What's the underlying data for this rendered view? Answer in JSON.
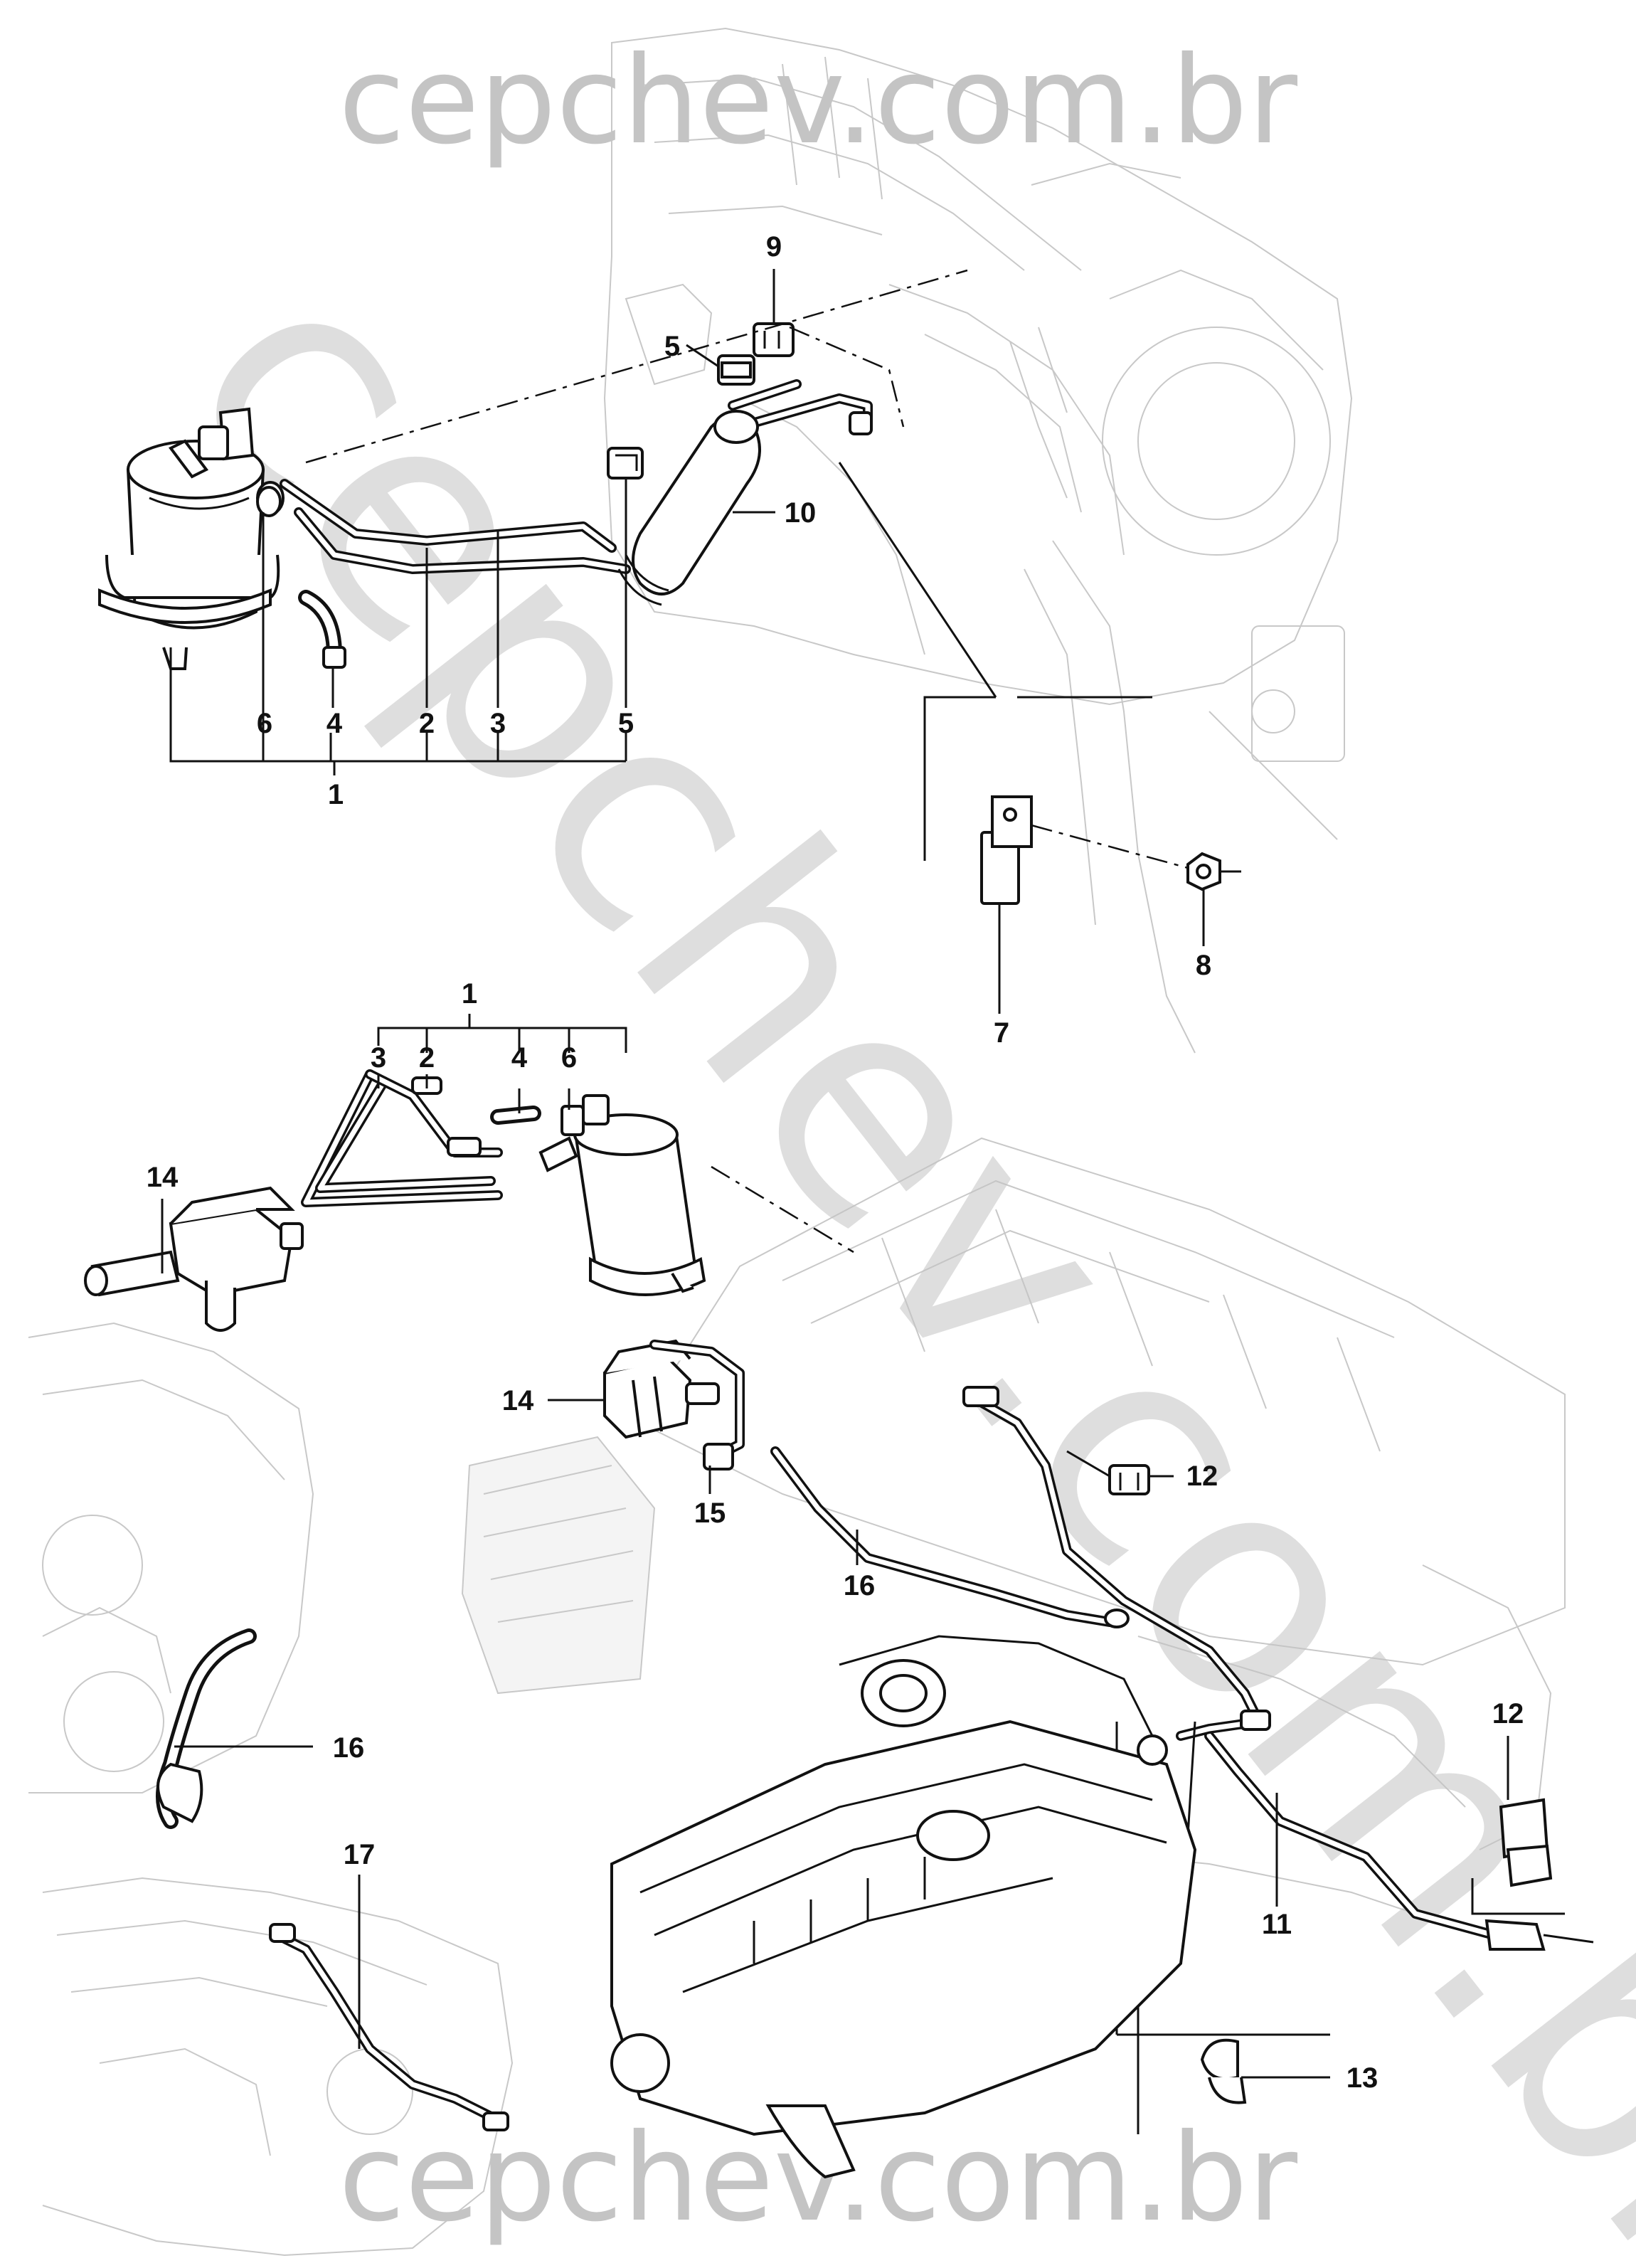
{
  "watermark": {
    "text": "cepchev.com.br",
    "color": "#c4c4c4"
  },
  "callouts": {
    "top": {
      "c1": "1",
      "c2": "2",
      "c3": "3",
      "c4": "4",
      "c5a": "5",
      "c5b": "5",
      "c6": "6",
      "c7": "7",
      "c8": "8",
      "c9": "9",
      "c10": "10"
    },
    "bottom": {
      "c1": "1",
      "c2": "2",
      "c3": "3",
      "c4": "4",
      "c6": "6",
      "c11": "11",
      "c12a": "12",
      "c12b": "12",
      "c13": "13",
      "c14a": "14",
      "c14b": "14",
      "c15": "15",
      "c16a": "16",
      "c16b": "16",
      "c17": "17"
    }
  }
}
